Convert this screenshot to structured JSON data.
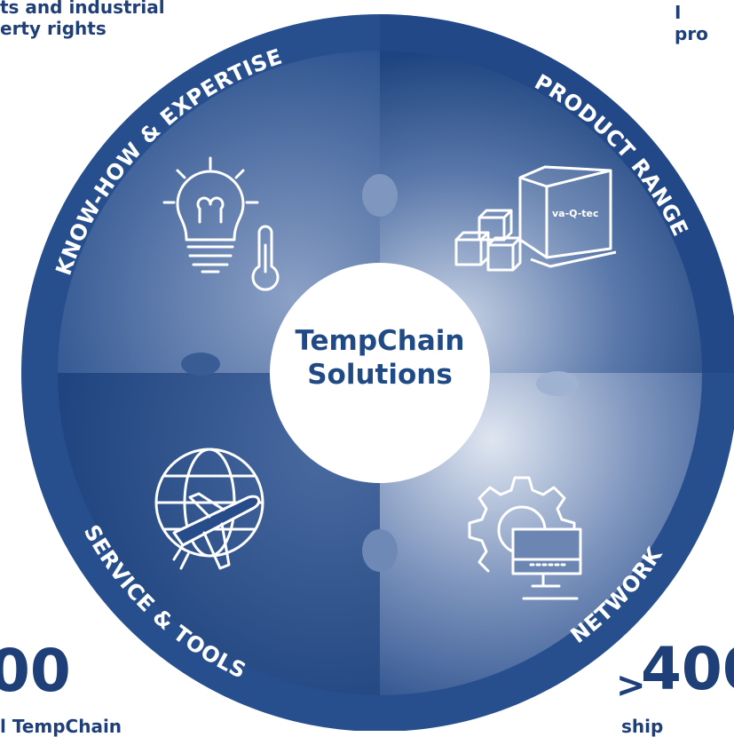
{
  "top_left_text": "ts and industrial\nerty rights",
  "top_right_text": "I\npro",
  "bottom_left_number": "00",
  "bottom_left_sub": "l TempChain",
  "bottom_right_prefix": ">",
  "bottom_right_number": "400",
  "bottom_right_sub": "ship",
  "center": {
    "line1": "TempChain",
    "line2": "Solutions"
  },
  "segments": {
    "top_left": "KNOW-HOW & EXPERTISE",
    "top_right": "PRODUCT RANGE",
    "bottom_right": "SERVICE & TOOLS",
    "bottom_left": "NETWORK"
  },
  "box_brand": "va-Q-tec",
  "colors": {
    "ring": "#274f8e",
    "quad_dark": "#1f4580",
    "quad_light": "#b9c7dd",
    "text": "#1f3f78"
  },
  "icons": {
    "top_left": "lightbulb-thermometer-icon",
    "top_right": "boxes-container-icon",
    "bottom_left": "globe-airplane-icon",
    "bottom_right": "gear-monitor-icon"
  }
}
